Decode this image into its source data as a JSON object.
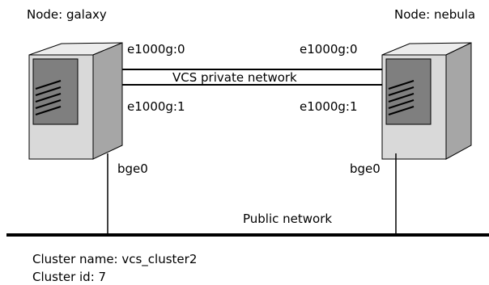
{
  "nodes": {
    "left": {
      "label": "Node: galaxy",
      "nic_top": "e1000g:0",
      "nic_bottom": "e1000g:1",
      "public_nic": "bge0"
    },
    "right": {
      "label": "Node: nebula",
      "nic_top": "e1000g:0",
      "nic_bottom": "e1000g:1",
      "public_nic": "bge0"
    }
  },
  "private_network": {
    "label": "VCS private network"
  },
  "public_network": {
    "label": "Public network"
  },
  "cluster": {
    "name_line": "Cluster name: vcs_cluster2",
    "id_line": "Cluster id: 7"
  },
  "colors": {
    "server_face": "#d9d9d9",
    "server_side": "#a6a6a6",
    "server_top": "#ececec",
    "drive_panel": "#7f7f7f",
    "line": "#000000"
  }
}
